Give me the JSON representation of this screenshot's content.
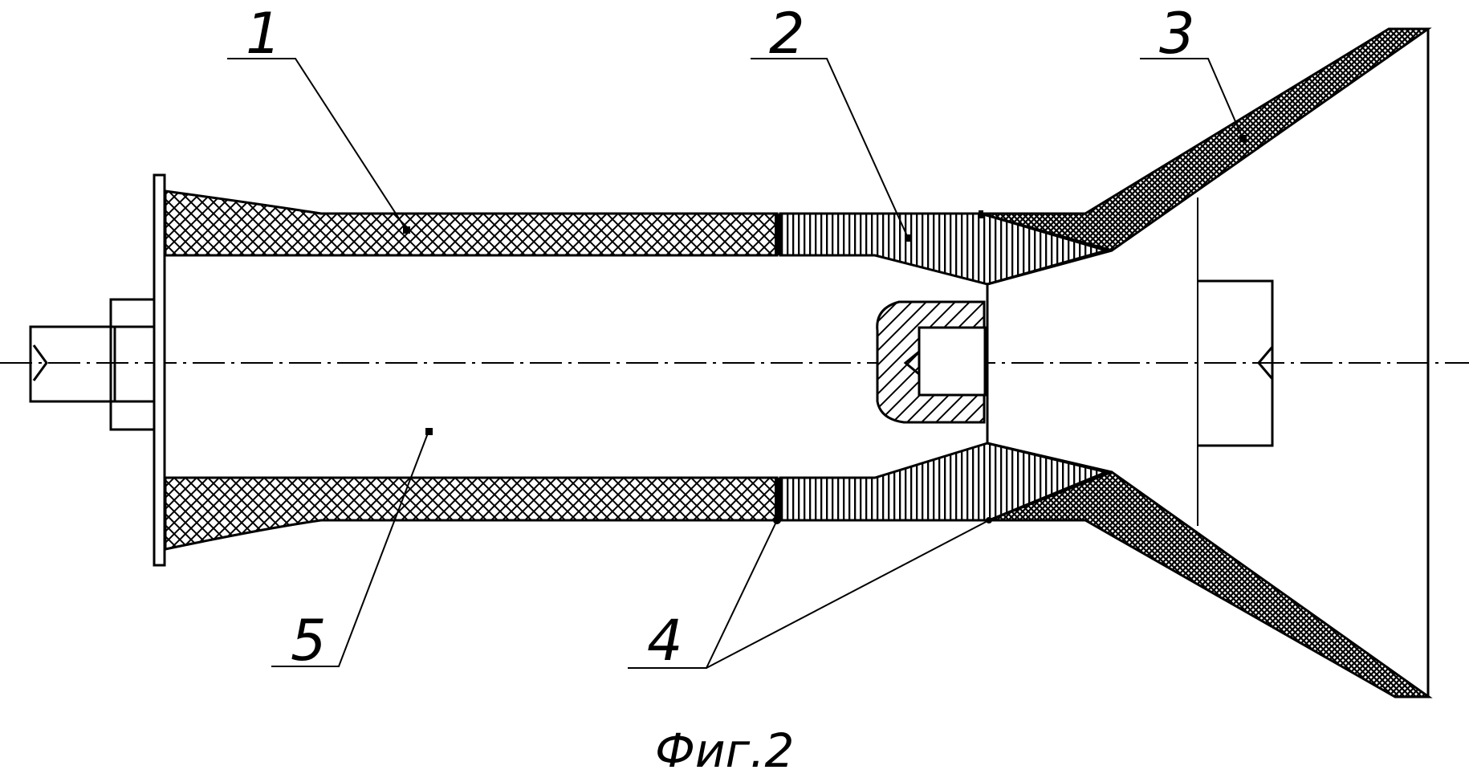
{
  "callouts": [
    {
      "id": "1",
      "label": "1"
    },
    {
      "id": "2",
      "label": "2"
    },
    {
      "id": "3",
      "label": "3"
    },
    {
      "id": "4",
      "label": "4"
    },
    {
      "id": "5",
      "label": "5"
    }
  ],
  "caption": "Фиг.2",
  "colors": {
    "ink": "#000000",
    "paper": "#ffffff"
  }
}
